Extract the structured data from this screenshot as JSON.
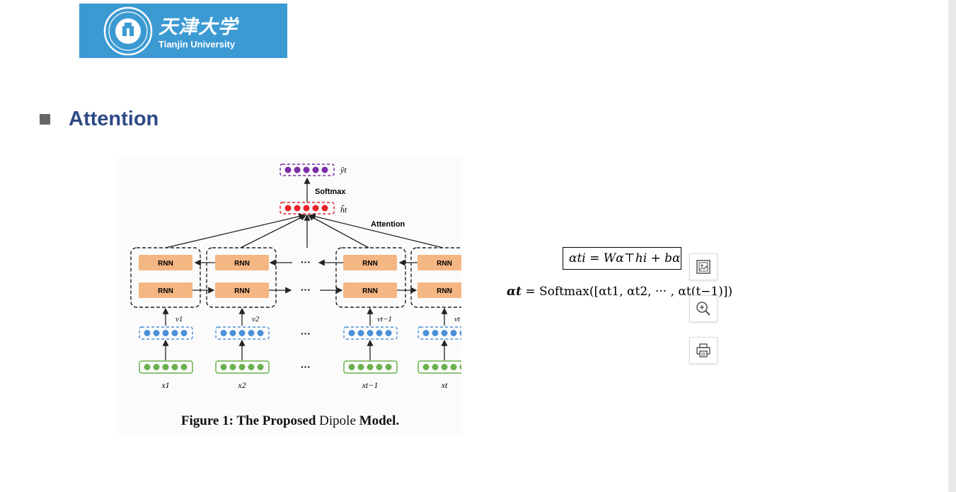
{
  "logo": {
    "chinese": "天津大学",
    "english": "Tianjin University"
  },
  "slide": {
    "heading": "Attention"
  },
  "figure": {
    "output_label": "ŷt",
    "softmax_label": "Softmax",
    "hidden_label": "h̃t",
    "attention_label": "Attention",
    "rnn_label": "RNN",
    "ellipsis": "···",
    "v_labels": [
      "v1",
      "v2",
      "vt−1",
      "vt"
    ],
    "x_labels": [
      "x1",
      "x2",
      "xt−1",
      "xt"
    ],
    "caption": {
      "part1": "Figure 1: The Proposed",
      "part2": " Dipole ",
      "part3": "Model."
    }
  },
  "formula": {
    "line1": "αti = Wα⊤hi + bα",
    "line2_lhs": "αt",
    "line2_rhs": " = Softmax([αt1, αt2, ··· , αt(t−1)])"
  },
  "toolbar": [
    {
      "name": "image-icon",
      "label": "image"
    },
    {
      "name": "zoom-in-icon",
      "label": "zoom in"
    },
    {
      "name": "print-icon",
      "label": "print"
    }
  ],
  "colors": {
    "logo_bg": "#3c9ad3",
    "heading": "#2e4a86",
    "rnn_box": "#f4b683",
    "output_dots": "#7b2fa8",
    "hidden_dots": "#e8212a",
    "embed_dots": "#4a90d9",
    "input_dots": "#6ab04c"
  }
}
